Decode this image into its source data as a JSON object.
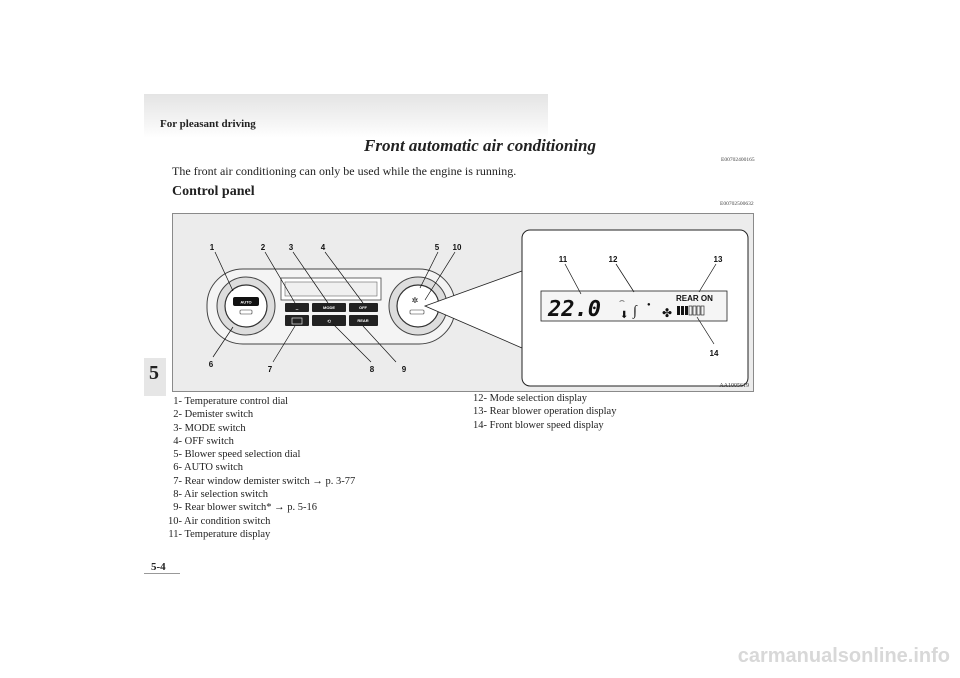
{
  "header": {
    "section": "For pleasant driving",
    "chapter_tab": "5"
  },
  "title": "Front automatic air conditioning",
  "title_code": "E00702400165",
  "intro": "The front air conditioning can only be used while the engine is running.",
  "section": {
    "heading": "Control panel",
    "code": "E00702500632"
  },
  "figure": {
    "code": "AA1005619",
    "callouts": [
      "1",
      "2",
      "3",
      "4",
      "5",
      "10",
      "6",
      "7",
      "8",
      "9",
      "11",
      "12",
      "13",
      "14"
    ],
    "buttons": {
      "auto": "AUTO",
      "mode": "MODE",
      "off": "OFF",
      "rear": "REAR"
    },
    "display": {
      "temperature": "22.0",
      "rear_status": "REAR ON"
    }
  },
  "legend_left": [
    {
      "num": "1-",
      "text": "Temperature control dial"
    },
    {
      "num": "2-",
      "text": "Demister switch"
    },
    {
      "num": "3-",
      "text": "MODE switch"
    },
    {
      "num": "4-",
      "text": "OFF switch"
    },
    {
      "num": "5-",
      "text": "Blower speed selection dial"
    },
    {
      "num": "6-",
      "text": "AUTO switch"
    },
    {
      "num": "7-",
      "text": "Rear window demister switch → p. 3-77"
    },
    {
      "num": "8-",
      "text": "Air selection switch"
    },
    {
      "num": "9-",
      "text": "Rear blower switch* → p. 5-16"
    },
    {
      "num": "10-",
      "text": "Air condition switch"
    },
    {
      "num": "11-",
      "text": "Temperature display"
    }
  ],
  "legend_right": [
    {
      "num": "12-",
      "text": "Mode selection display"
    },
    {
      "num": "13-",
      "text": "Rear blower operation display"
    },
    {
      "num": "14-",
      "text": "Front blower speed display"
    }
  ],
  "footer": {
    "page_number": "5-4"
  },
  "watermark": "carmanualsonline.info"
}
